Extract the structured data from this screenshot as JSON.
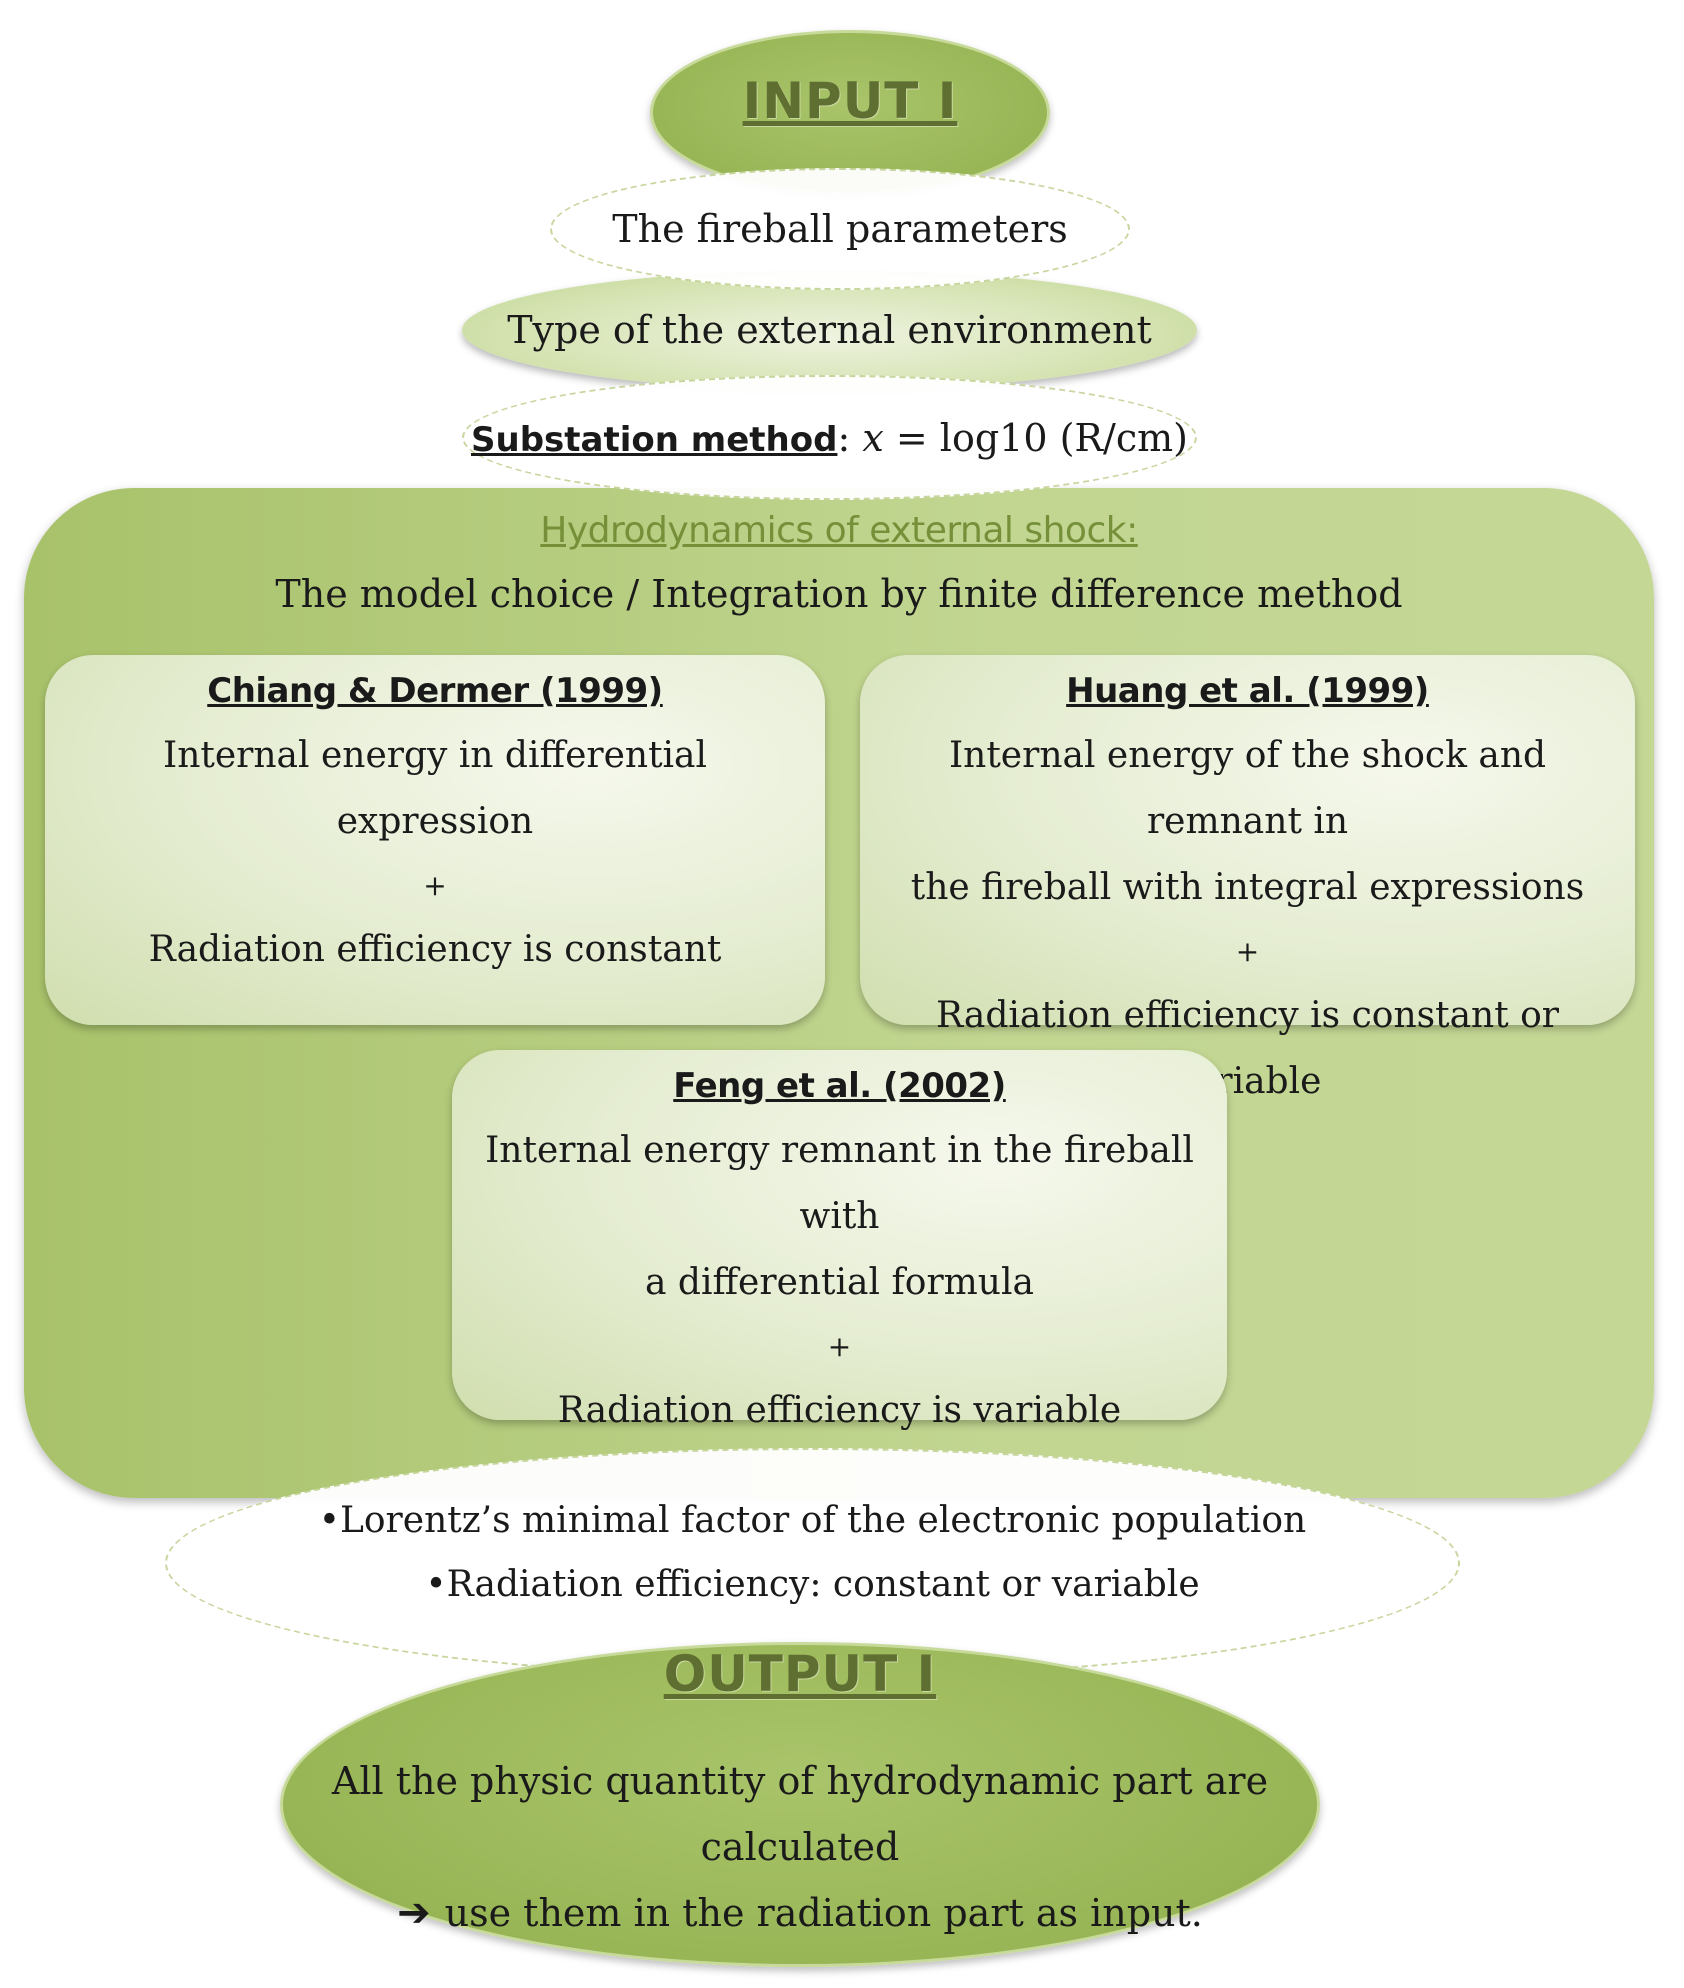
{
  "input": {
    "title": "INPUT I"
  },
  "fireball": "The fireball parameters",
  "environment": "Type of the external environment",
  "substation": {
    "label": "Substation method",
    "colon": ":",
    "x": "x",
    "formula": "= log10 (R/cm)"
  },
  "hydro": {
    "title": "Hydrodynamics of external shock:",
    "subtitle": "The model choice /  Integration by finite difference method"
  },
  "models": {
    "chiang": {
      "title": "Chiang & Dermer (1999)",
      "line1": "Internal energy in differential expression",
      "plus": "+",
      "line2": "Radiation efficiency is constant"
    },
    "huang": {
      "title": "Huang et al. (1999)",
      "line1": "Internal energy of the shock and remnant in",
      "line2": "the fireball with integral expressions",
      "plus": "+",
      "line3": "Radiation efficiency is constant or variable"
    },
    "feng": {
      "title": "Feng et al. (2002)",
      "line1": "Internal energy remnant in the fireball with",
      "line2": "a differential formula",
      "plus": "+",
      "line3": "Radiation efficiency is variable"
    }
  },
  "params": {
    "line1": "•Lorentz’s minimal factor of the electronic population",
    "line2": "•Radiation efficiency: constant or variable"
  },
  "output": {
    "title": "OUTPUT I",
    "line1": "All the physic quantity of hydrodynamic part are calculated",
    "arrow": "➔",
    "line2": "use them in the radiation part as input."
  }
}
